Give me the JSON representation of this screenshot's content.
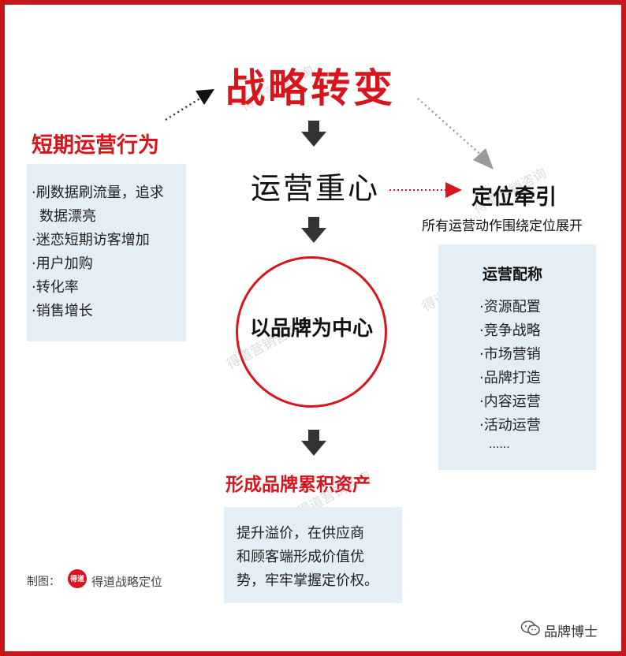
{
  "title": "战略转变",
  "left_panel": {
    "heading": "短期运营行为",
    "items": [
      "刷数据刷流量，追求",
      "数据漂亮",
      "迷恋短期访客增加",
      "用户加购",
      "转化率",
      "销售增长"
    ]
  },
  "center": {
    "focus": "运营重心",
    "brand_center": "以品牌为中心",
    "asset_heading": "形成品牌累积资产",
    "asset_text": [
      "提升溢价，在供应商",
      "和顾客端形成价值优",
      "势，牢牢掌握定价权。"
    ]
  },
  "right_panel": {
    "heading": "定位牵引",
    "subtitle": "所有运营动作围绕定位展开",
    "box_title": "运营配称",
    "items": [
      "资源配置",
      "竞争战略",
      "市场营销",
      "品牌打造",
      "内容运营",
      "活动运营",
      "......"
    ]
  },
  "watermark": "得道营销咨询",
  "footer": {
    "label": "制图：",
    "logo_text": "得道",
    "brand": "得道战略定位"
  },
  "wechat": {
    "account": "品牌博士"
  },
  "colors": {
    "accent": "#d8141c",
    "box": "#e3eef6",
    "arrow": "#333333",
    "frame": "#c8161d"
  }
}
